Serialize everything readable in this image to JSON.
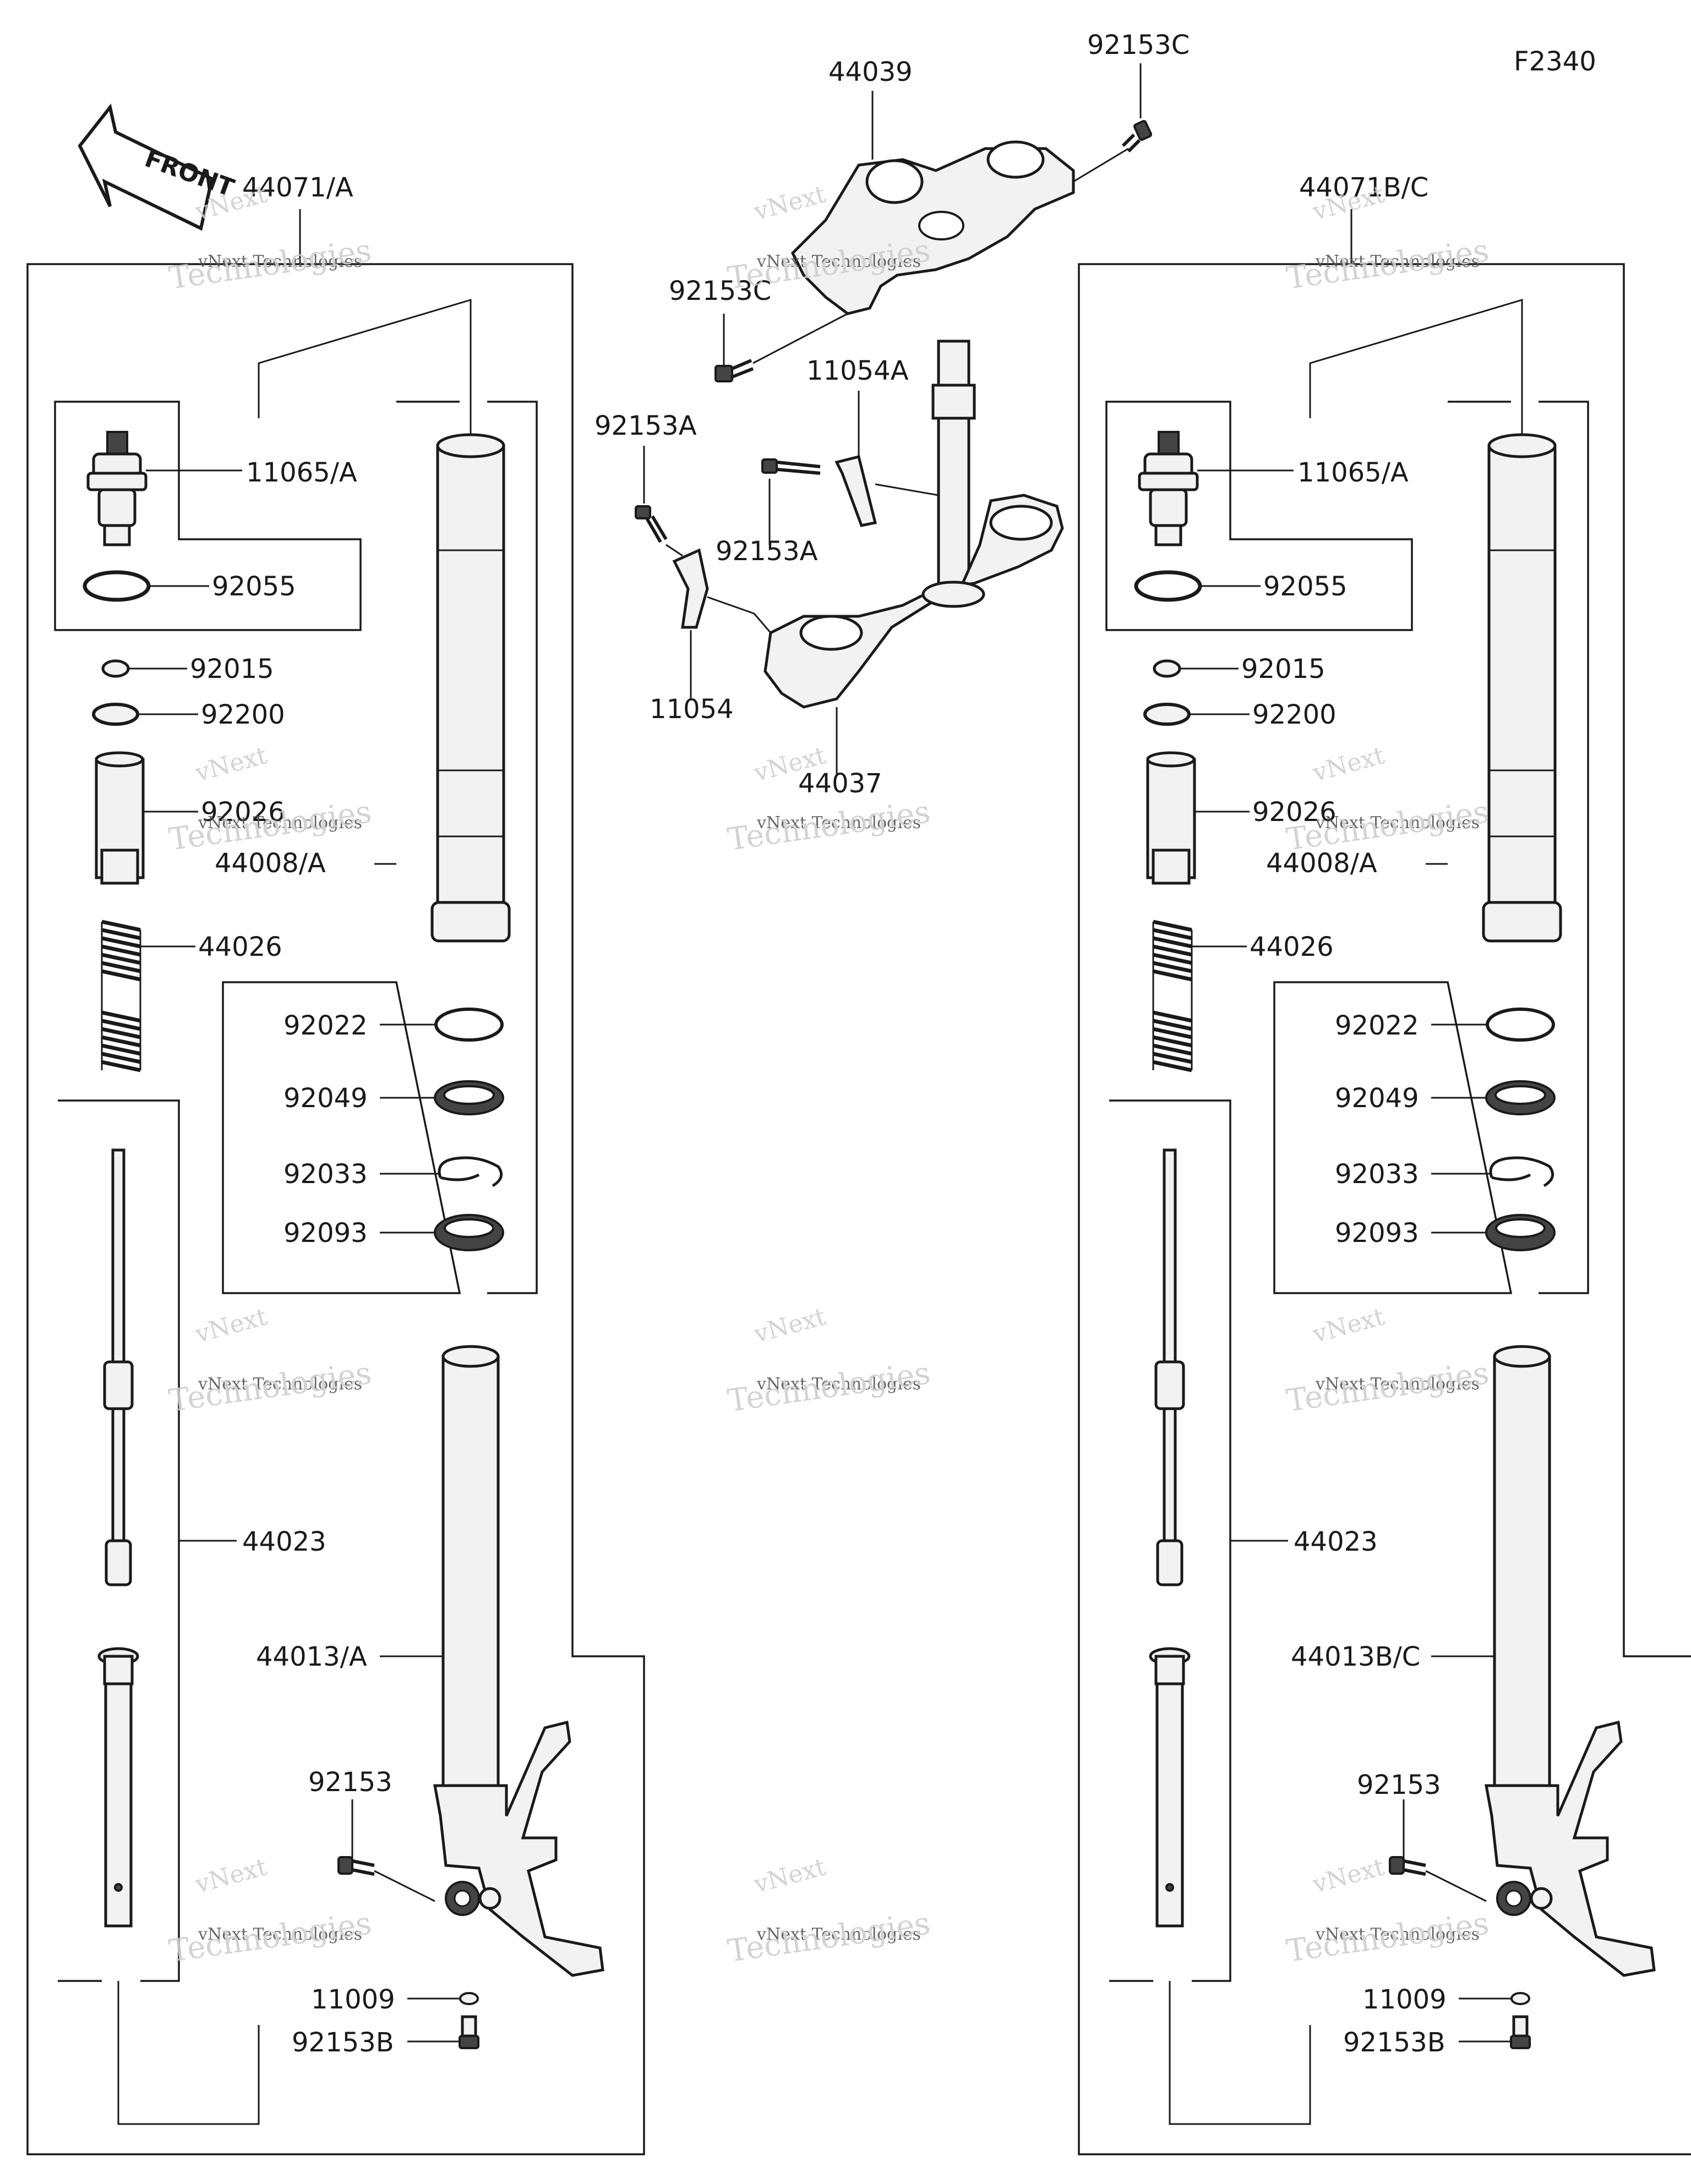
{
  "diagram_code": "F2340",
  "front_label": "FRONT",
  "watermark": {
    "line1": "vNext Technologies",
    "line2": "Technologies",
    "line3": "vNext"
  },
  "top_assembly": {
    "upper_bracket": "44039",
    "upper_bolt_right": "92153C",
    "upper_bolt_left": "92153C",
    "clip": "11054A",
    "bolt_a_left": "92153A",
    "bolt_a_center": "92153A",
    "bracket": "11054",
    "lower_stem": "44037"
  },
  "left_fork": {
    "assembly": "44071/A",
    "cap_bolt": "11065/A",
    "o_ring": "92055",
    "nut": "92015",
    "washer": "92200",
    "collar": "92026",
    "inner_tube": "44008/A",
    "spring": "44026",
    "seal_ring": "92022",
    "oil_seal": "92049",
    "circlip": "92033",
    "dust_seal": "92093",
    "cylinder": "44023",
    "outer_tube": "44013/A",
    "axle_bolt": "92153",
    "gasket": "11009",
    "drain_bolt": "92153B"
  },
  "right_fork": {
    "assembly": "44071B/C",
    "cap_bolt": "11065/A",
    "o_ring": "92055",
    "nut": "92015",
    "washer": "92200",
    "collar": "92026",
    "inner_tube": "44008/A",
    "spring": "44026",
    "seal_ring": "92022",
    "oil_seal": "92049",
    "circlip": "92033",
    "dust_seal": "92093",
    "cylinder": "44023",
    "outer_tube": "44013B/C",
    "axle_bolt": "92153",
    "gasket": "11009",
    "drain_bolt": "92153B"
  }
}
